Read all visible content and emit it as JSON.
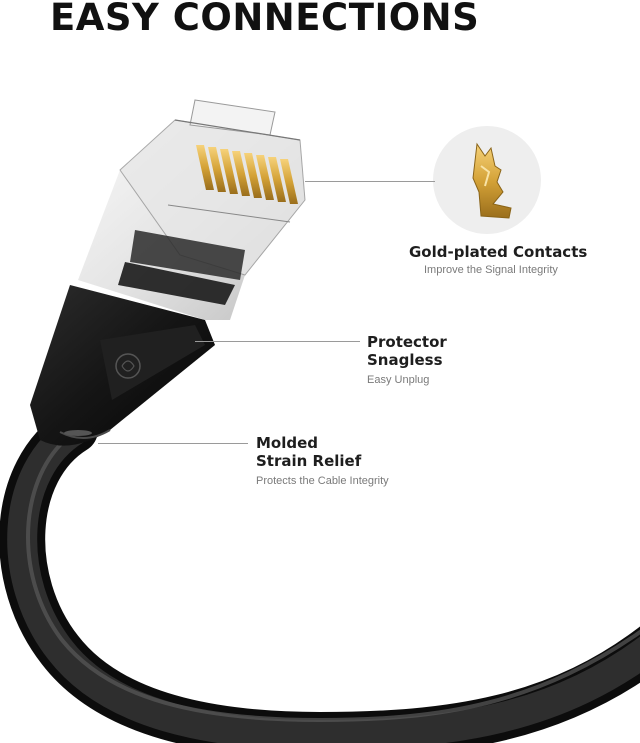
{
  "header": {
    "title": "EASY CONNECTIONS"
  },
  "callouts": {
    "contacts": {
      "heading": "Gold-plated Contacts",
      "subtext": "Improve the Signal Integrity"
    },
    "protector": {
      "heading_line1": "Protector",
      "heading_line2": "Snagless",
      "subtext": "Easy Unplug"
    },
    "strain_relief": {
      "heading_line1": "Molded",
      "heading_line2": "Strain Relief",
      "subtext": "Protects the Cable Integrity"
    }
  },
  "colors": {
    "cable": "#1f1f1f",
    "gold": "#d4a237",
    "leader_line": "#9a9a9a",
    "contact_disc": "#eeeeee"
  }
}
